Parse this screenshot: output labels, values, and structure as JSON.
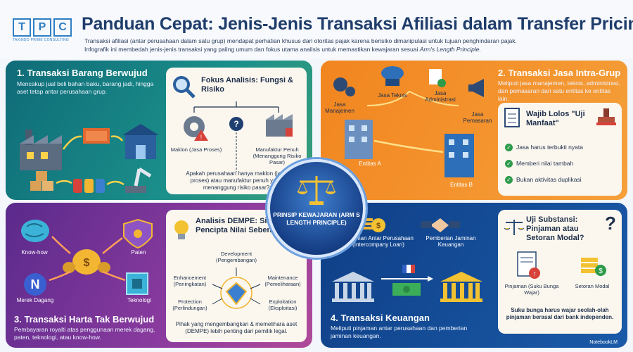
{
  "header": {
    "logo_letters": [
      "T",
      "P",
      "C"
    ],
    "logo_sub": "TAXINDO PRIME CONSULTING",
    "title": "Panduan Cepat: Jenis-Jenis Transaksi Afiliasi dalam Transfer Pricing",
    "intro_line1": "Transaksi afiliasi (antar perusahaan dalam satu grup) mendapat perhatian khusus dari otoritas pajak karena berisiko dimanipulasi untuk tujuan penghindaran pajak.",
    "intro_line2": "Infografik ini membedah jenis-jenis transaksi yang paling umum dan fokus utama analisis untuk memastikan kewajaran sesuai ",
    "intro_em": "Arm's Length Principle."
  },
  "center": {
    "text": "PRINSIP KEWAJARAN (ARM S LENGTH PRINCIPLE)"
  },
  "panel1": {
    "title": "1. Transaksi Barang Berwujud",
    "desc": "Mencakup jual beli bahan baku, barang jadi, hingga aset tetap antar perusahaan grup.",
    "card_title": "Fokus Analisis: Fungsi & Risiko",
    "maklon": "Maklon (Jasa Proses)",
    "manufaktur": "Manufaktur Penuh (Menanggung Risiko Pasar)",
    "question": "Apakah perusahaan hanya maklon (jasa proses) atau manufaktur penuh yang menanggung risiko pasar?"
  },
  "panel2": {
    "title": "2. Transaksi Jasa Intra-Grup",
    "desc": "Meliputi jasa manajemen, teknis, administrasi, dan pemasaran dari satu entitas ke entitas lain.",
    "labels": {
      "manajemen": "Jasa Manajemen",
      "teknis": "Jasa Teknis",
      "administrasi": "Jasa Administrasi",
      "pemasaran": "Jasa Pemasaran",
      "entitas_a": "Entitas A",
      "entitas_b": "Entitas B"
    },
    "card_title": "Wajib Lolos \"Uji Manfaat\"",
    "checks": [
      "Jasa harus terbukti nyata",
      "Memberi nilai tambah",
      "Bukan aktivitas duplikasi"
    ]
  },
  "panel3": {
    "title": "3. Transaksi Harta Tak Berwujud",
    "desc": "Pembayaran royalti atas penggunaan merek dagang, paten, teknologi, atau know-how.",
    "labels": {
      "knowhow": "Know-how",
      "paten": "Paten",
      "merek": "Merek Dagang",
      "teknologi": "Teknologi"
    },
    "card_title": "Analisis DEMPE: Siapa Pencipta Nilai Sebenarnya?",
    "dempe": {
      "development": "Development (Pengembangan)",
      "enhancement": "Enhancement (Peningkatan)",
      "maintenance": "Maintenance (Pemeliharaan)",
      "protection": "Protection (Perlindungan)",
      "exploitation": "Exploitation (Eksploitasi)"
    },
    "note": "Pihak yang mengembangkan & memelihara aset (DEMPE) lebih penting dari pemilik legal."
  },
  "panel4": {
    "title": "4. Transaksi Keuangan",
    "desc": "Meliputi pinjaman antar perusahaan dan pemberian jaminan keuangan.",
    "loan": "Pinjaman Antar Perusahaan (Intercompany Loan)",
    "guarantee": "Pemberian Jaminan Keuangan",
    "card_title": "Uji Substansi: Pinjaman atau Setoran Modal?",
    "pinjaman": "Pinjaman (Suku Bunga Wajar)",
    "setoran": "Setoran Modal",
    "note": "Suku bunga harus wajar seolah-olah pinjaman berasal dari bank independen."
  },
  "footer": {
    "mark": "NotebookLM"
  }
}
